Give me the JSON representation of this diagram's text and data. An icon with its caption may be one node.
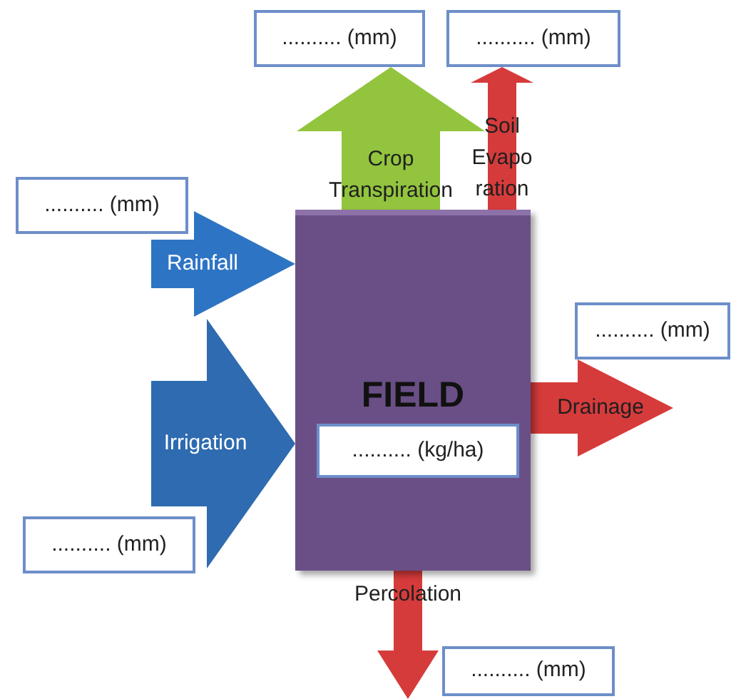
{
  "diagram": {
    "nodes": [
      {
        "text": [
          ".......... (mm)"
        ]
      },
      {
        "text": [
          ".......... (mm)"
        ]
      },
      {
        "text": [
          ".......... (mm)"
        ]
      },
      {
        "text": [
          "FIELD"
        ]
      },
      {
        "text": [
          ".......... (kg/ha)"
        ],
        "in": 3
      },
      {
        "text": [
          ".......... (mm)"
        ]
      },
      {
        "text": [
          ".......... (mm)"
        ]
      },
      {
        "text": [
          ".......... (mm)"
        ]
      }
    ],
    "edges": [
      {
        "from": 3,
        "to": 0,
        "arrow": "to",
        "label": "Crop Transpiration",
        "color": "#92c43e"
      },
      {
        "from": 3,
        "to": 1,
        "arrow": "to",
        "label": "Soil Evapo ration"
      },
      {
        "from": null,
        "to": 3,
        "arrow": "to",
        "label": "Rainfall",
        "color": "#2e74c4"
      },
      {
        "from": null,
        "to": 3,
        "arrow": "to",
        "label": "Irrigation",
        "color": "#2e6bb0"
      },
      {
        "from": 3,
        "to": 5,
        "arrow": "to",
        "label": "Drainage"
      },
      {
        "from": 3,
        "to": 7,
        "arrow": "to",
        "label": "Percolation"
      }
    ]
  }
}
